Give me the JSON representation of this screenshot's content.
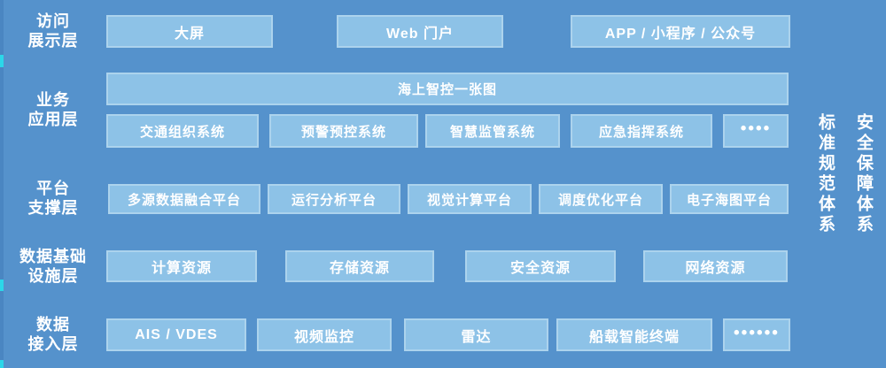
{
  "colors": {
    "background": "#5592cc",
    "box_fill": "#8dc2e7",
    "box_border": "#a9d4f0",
    "text": "#ffffff",
    "accent_cyan": "#2bd7e9",
    "left_strip": "#4a86c2"
  },
  "layers": [
    {
      "label_line1": "访问",
      "label_line2": "展示层",
      "boxes": [
        {
          "label": "大屏"
        },
        {
          "label": "Web 门户"
        },
        {
          "label": "APP / 小程序 / 公众号"
        }
      ]
    },
    {
      "label_line1": "业务",
      "label_line2": "应用层",
      "wide_box": {
        "label": "海上智控一张图"
      },
      "boxes": [
        {
          "label": "交通组织系统"
        },
        {
          "label": "预警预控系统"
        },
        {
          "label": "智慧监管系统"
        },
        {
          "label": "应急指挥系统"
        },
        {
          "label": "••••"
        }
      ]
    },
    {
      "label_line1": "平台",
      "label_line2": "支撑层",
      "boxes": [
        {
          "label": "多源数据融合平台"
        },
        {
          "label": "运行分析平台"
        },
        {
          "label": "视觉计算平台"
        },
        {
          "label": "调度优化平台"
        },
        {
          "label": "电子海图平台"
        }
      ]
    },
    {
      "label_line1": "数据基础",
      "label_line2": "设施层",
      "boxes": [
        {
          "label": "计算资源"
        },
        {
          "label": "存储资源"
        },
        {
          "label": "安全资源"
        },
        {
          "label": "网络资源"
        }
      ]
    },
    {
      "label_line1": "数据",
      "label_line2": "接入层",
      "boxes": [
        {
          "label": "AIS / VDES"
        },
        {
          "label": "视频监控"
        },
        {
          "label": "雷达"
        },
        {
          "label": "船载智能终端"
        },
        {
          "label": "••••••"
        }
      ]
    }
  ],
  "side_systems": [
    {
      "label": "标准规范体系"
    },
    {
      "label": "安全保障体系"
    }
  ]
}
